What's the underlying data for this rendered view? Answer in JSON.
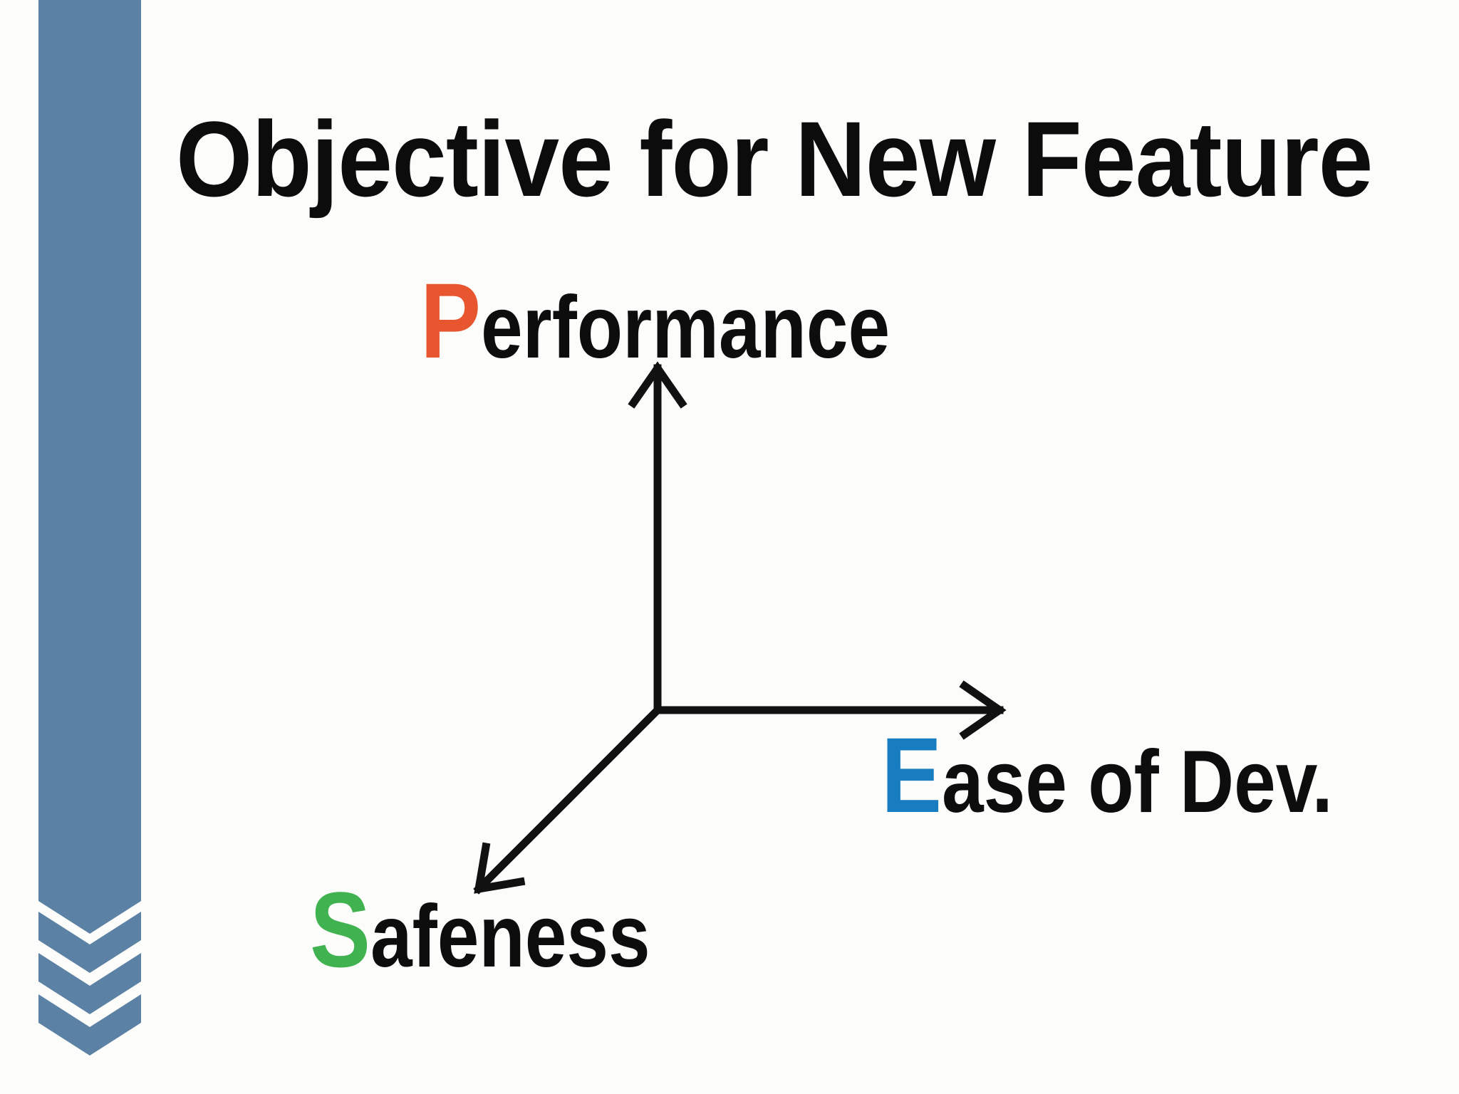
{
  "slide": {
    "title": "Objective for New Feature",
    "axes": [
      {
        "id": "performance",
        "initial": "P",
        "rest": "erformance",
        "color": "#e7562e"
      },
      {
        "id": "ease-of-dev",
        "initial": "E",
        "rest": "ase of Dev.",
        "color": "#187cc0"
      },
      {
        "id": "safeness",
        "initial": "S",
        "rest": "afeness",
        "color": "#40b350"
      }
    ],
    "colors": {
      "sidebar": "#5b82a4",
      "title_text": "#0c0c0c",
      "axis_stroke": "#111111",
      "background": "#fcfcfa"
    }
  }
}
